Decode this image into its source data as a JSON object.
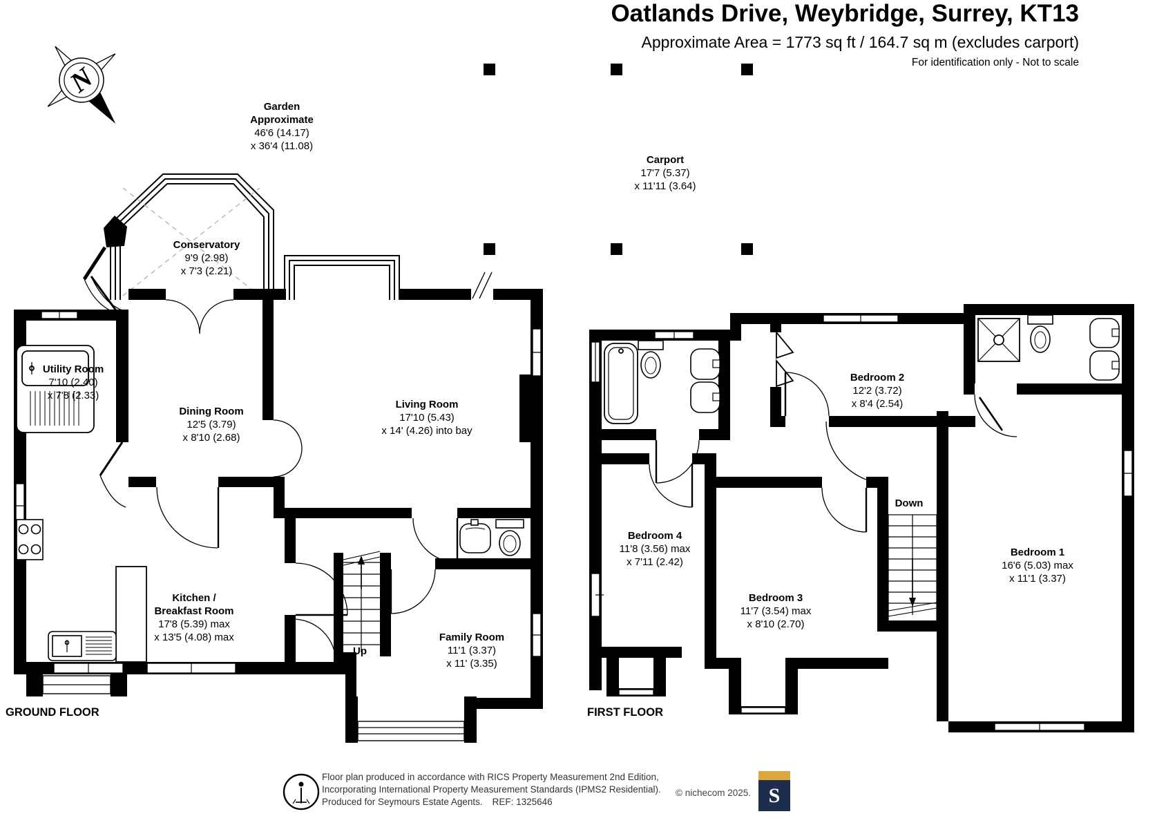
{
  "header": {
    "title": "Oatlands Drive, Weybridge, Surrey, KT13",
    "subtitle": "Approximate Area = 1773 sq ft / 164.7 sq m (excludes carport)",
    "note": "For identification only - Not to scale"
  },
  "compass": {
    "letter": "N"
  },
  "outdoor": {
    "garden": {
      "name": "Garden",
      "name2": "Approximate",
      "dims1": "46'6 (14.17)",
      "dims2": "x 36'4 (11.08)"
    },
    "carport": {
      "name": "Carport",
      "dims1": "17'7 (5.37)",
      "dims2": "x 11'11 (3.64)"
    }
  },
  "ground": {
    "caption": "GROUND FLOOR",
    "stairs_label": "Up",
    "rooms": {
      "conservatory": {
        "name": "Conservatory",
        "dims1": "9'9 (2.98)",
        "dims2": "x 7'3 (2.21)"
      },
      "utility": {
        "name": "Utility Room",
        "dims1": "7'10 (2.40)",
        "dims2": "x 7'8 (2.33)"
      },
      "dining": {
        "name": "Dining Room",
        "dims1": "12'5 (3.79)",
        "dims2": "x 8'10 (2.68)"
      },
      "living": {
        "name": "Living Room",
        "dims1": "17'10 (5.43)",
        "dims2": "x 14' (4.26) into bay"
      },
      "kitchen": {
        "name": "Kitchen /",
        "name2": "Breakfast Room",
        "dims1": "17'8 (5.39) max",
        "dims2": "x 13'5 (4.08) max"
      },
      "family": {
        "name": "Family Room",
        "dims1": "11'1 (3.37)",
        "dims2": "x 11' (3.35)"
      }
    }
  },
  "first": {
    "caption": "FIRST FLOOR",
    "stairs_label": "Down",
    "rooms": {
      "bed1": {
        "name": "Bedroom 1",
        "dims1": "16'6 (5.03) max",
        "dims2": "x 11'1 (3.37)"
      },
      "bed2": {
        "name": "Bedroom 2",
        "dims1": "12'2 (3.72)",
        "dims2": "x 8'4 (2.54)"
      },
      "bed3": {
        "name": "Bedroom 3",
        "dims1": "11'7 (3.54) max",
        "dims2": "x 8'10 (2.70)"
      },
      "bed4": {
        "name": "Bedroom 4",
        "dims1": "11'8 (3.56) max",
        "dims2": "x 7'11 (2.42)"
      }
    }
  },
  "footer": {
    "line1": "Floor plan produced in accordance with RICS Property Measurement 2nd Edition,",
    "line2": "Incorporating International Property Measurement Standards (IPMS2 Residential).",
    "line3": "Produced for Seymours Estate Agents.",
    "ref": "REF: 1325646",
    "copyright": "© nichecom 2025.",
    "logo_letter": "S"
  },
  "colors": {
    "logo_gold": "#DBA73E",
    "logo_navy": "#1E2C4E"
  }
}
